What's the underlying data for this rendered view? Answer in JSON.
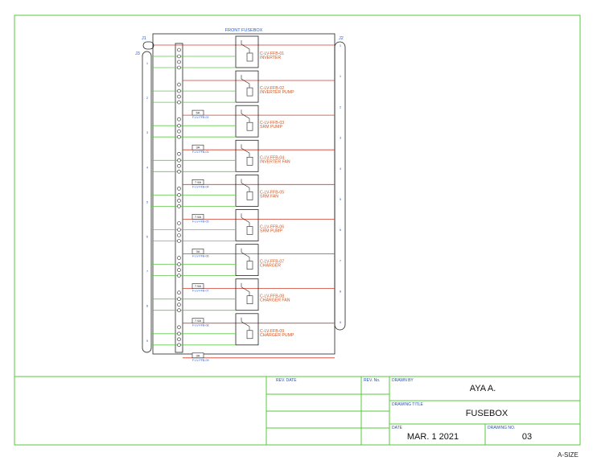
{
  "colors": {
    "frame": "#57c93b",
    "red": "#d23b2b",
    "green": "#5ec94a",
    "orange": "#d2541f",
    "blue": "#2a5bd0",
    "black": "#222222"
  },
  "diagram": {
    "title": "FRONT FUSEBOX",
    "connector_left_top": "J1",
    "connector_left_bottom": "J3",
    "connector_right": "J2",
    "left_pins": [
      "1",
      "2",
      "3",
      "4",
      "5",
      "6",
      "7",
      "8",
      "9"
    ],
    "right_pins": [
      "1",
      "1",
      "2",
      "3",
      "4",
      "5",
      "6",
      "7",
      "8",
      "9"
    ],
    "fuses": [
      {
        "id": "C-LV-FFB-01",
        "name": "INVERTER",
        "rating": "",
        "tag": ""
      },
      {
        "id": "C-LV-FFB-02",
        "name": "INVERTER PUMP",
        "rating": "5A",
        "tag": "F-LV-FFB-02"
      },
      {
        "id": "C-LV-FFB-03",
        "name": "SRM PUMP",
        "rating": "3A",
        "tag": "F-LV-FFB-03"
      },
      {
        "id": "C-LV-FFB-04",
        "name": "INVERTER FAN",
        "rating": "7.5A",
        "tag": "F-LV-FFB-04"
      },
      {
        "id": "C-LV-FFB-05",
        "name": "SRM FAN",
        "rating": "7.5A",
        "tag": "F-LV-FFB-05"
      },
      {
        "id": "C-LV-FFB-06",
        "name": "SRM PUMP",
        "rating": "3A",
        "tag": "F-LV-FFB-06"
      },
      {
        "id": "C-LV-FFB-07",
        "name": "CHARGER",
        "rating": "7.5A",
        "tag": "F-LV-FFB-07"
      },
      {
        "id": "C-LV-FFB-08",
        "name": "CHARGER FAN",
        "rating": "7.5A",
        "tag": "F-LV-FFB-08"
      },
      {
        "id": "C-LV-FFB-09",
        "name": "CHARGER PUMP",
        "rating": "3A",
        "tag": "F-LV-FFB-09"
      }
    ]
  },
  "title_block": {
    "rev_date_label": "REV. DATE",
    "rev_no_label": "REV. No.",
    "drawn_by_label": "DRAWN BY",
    "drawn_by": "AYA A.",
    "drawing_title_label": "DRAWING TITLE",
    "drawing_title": "FUSEBOX",
    "date_label": "DATE",
    "date": "MAR. 1 2021",
    "drawing_no_label": "DRAWING NO.",
    "drawing_no": "03",
    "size": "A-SIZE"
  }
}
